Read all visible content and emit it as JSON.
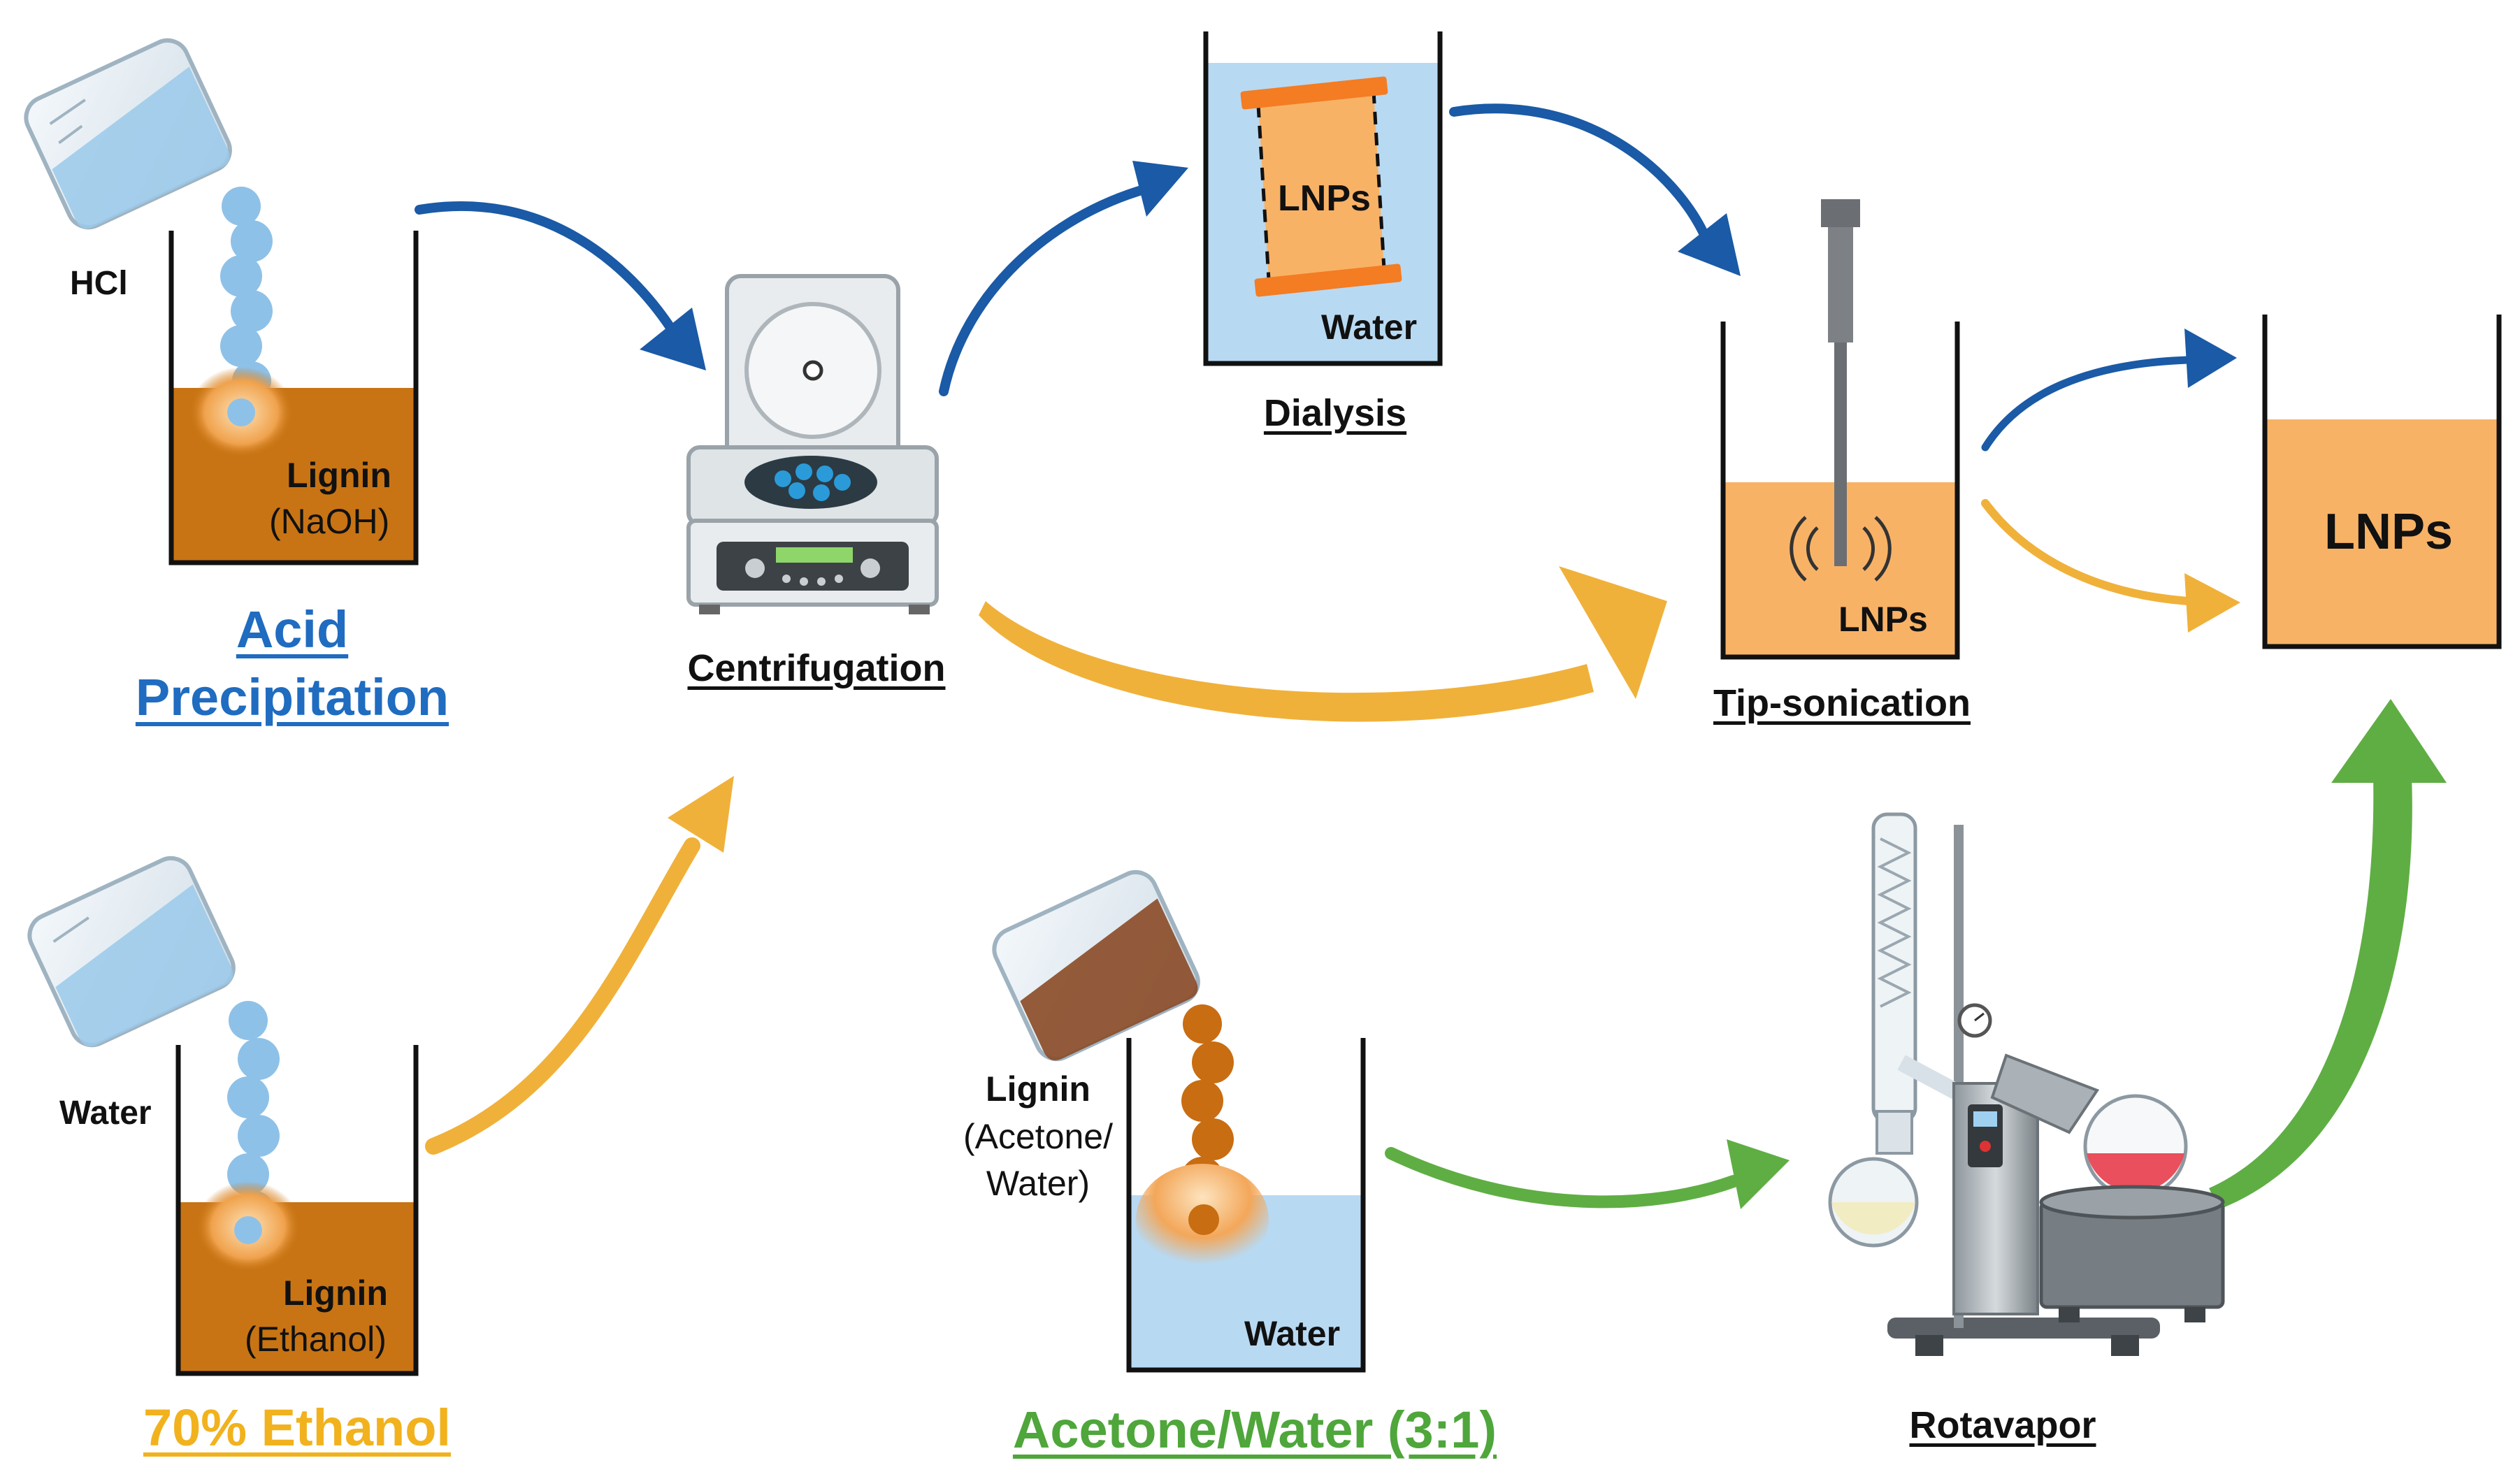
{
  "colors": {
    "blue_arrow": "#1a5aa6",
    "yellow_arrow": "#f0b13a",
    "green_arrow": "#5fae44",
    "lignin_brown": "#c87414",
    "lnp_orange": "#f8b266",
    "water_blue": "#b8d9f2",
    "droplet_blue": "#8ec1e8",
    "method_blue": "#1f6cc0",
    "method_yellow": "#f1b21e",
    "method_green": "#4fa63b"
  },
  "icons": [
    "beaker-icon",
    "pouring-beaker-icon",
    "centrifuge-icon",
    "dialysis-bag-icon",
    "sonicator-probe-icon",
    "rotary-evaporator-icon"
  ],
  "methods": {
    "acid_line1": "Acid",
    "acid_line2": "Precipitation",
    "ethanol": "70% Ethanol",
    "acetone": "Acetone/Water (3:1)"
  },
  "labels": {
    "hcl": "HCl",
    "lignin_naoh_1": "Lignin",
    "lignin_naoh_2": "(NaOH)",
    "water_ethanol": "Water",
    "lignin_ethanol_1": "Lignin",
    "lignin_ethanol_2": "(Ethanol)",
    "lignin_acetone_1": "Lignin",
    "lignin_acetone_2": "(Acetone/",
    "lignin_acetone_3": "Water)",
    "water_acetone": "Water",
    "dialysis_lnps": "LNPs",
    "dialysis_water": "Water",
    "sonication_lnps": "LNPs",
    "final_lnps": "LNPs"
  },
  "steps": {
    "centrifugation": "Centrifugation",
    "dialysis": "Dialysis",
    "tip_sonication": "Tip-sonication",
    "rotavapor": "Rotavapor"
  }
}
